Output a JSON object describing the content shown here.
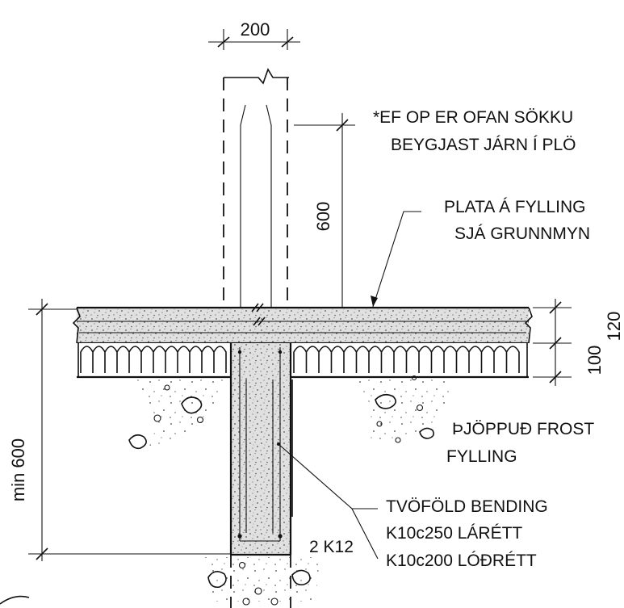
{
  "dimensions": {
    "wall_width": "200",
    "lap_length": "600",
    "slab_thickness": "120",
    "insulation_thickness": "100",
    "footing_depth": "min 600"
  },
  "annotations": {
    "opening_note_line1": "*EF OP ER OFAN SÖKKU",
    "opening_note_line2": "BEYGJAST JÁRN Í PLÖ",
    "slab_note_line1": "PLATA Á FYLLING",
    "slab_note_line2": "SJÁ GRUNNMYN",
    "fill_note_line1": "ÞJÖPPUÐ FROST",
    "fill_note_line2": "FYLLING",
    "rebar_note_line1": "TVÖFÖLD BENDING",
    "rebar_note_line2": "K10c250 LÁRÉTT",
    "rebar_note_line3": "K10c200 LÓÐRÉTT",
    "bottom_bars": "2 K12"
  },
  "colors": {
    "ink": "#111111",
    "concrete": "#d9d9d9",
    "background": "#ffffff"
  }
}
